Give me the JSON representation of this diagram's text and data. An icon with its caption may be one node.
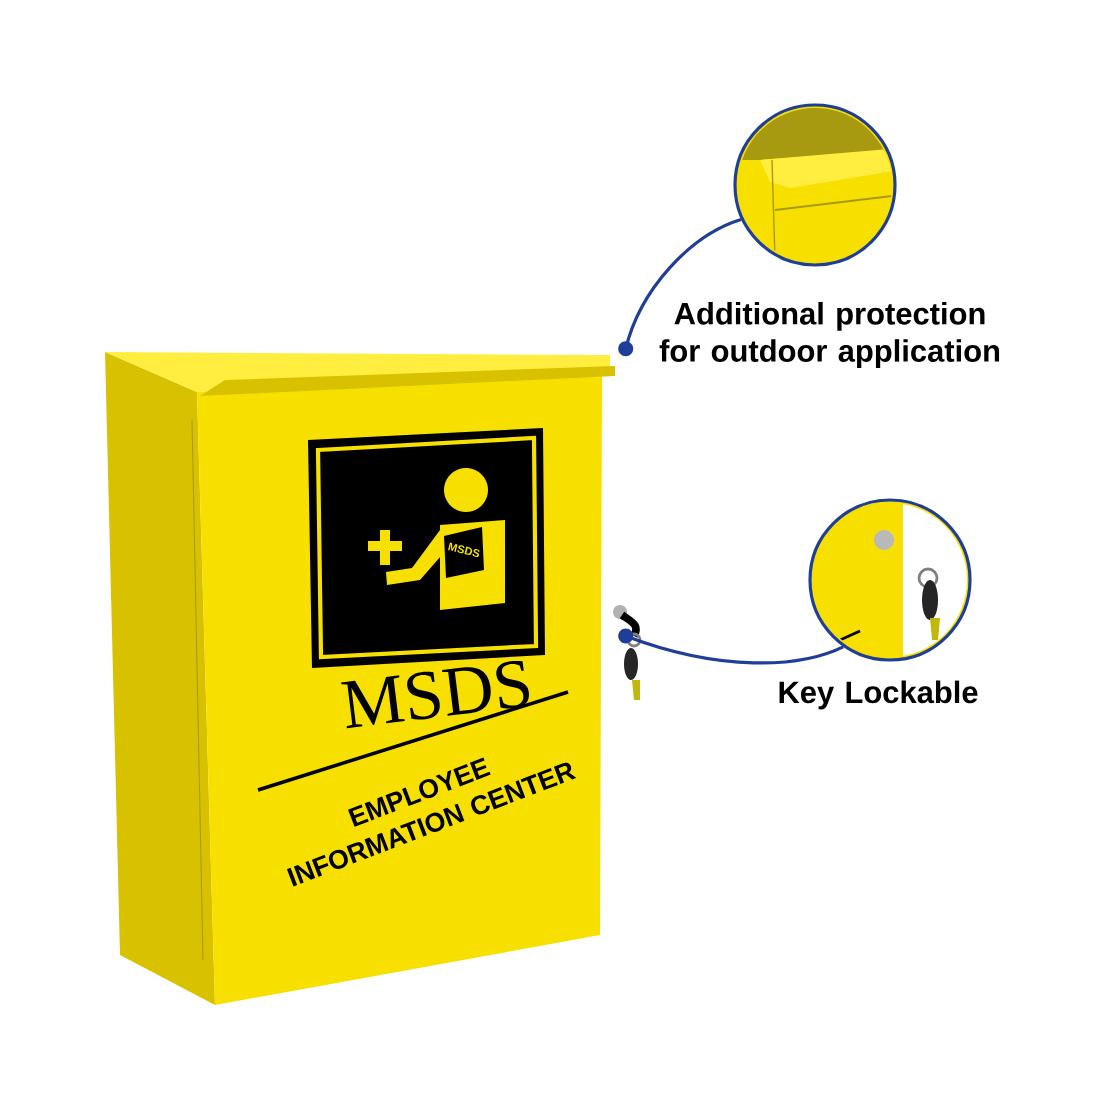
{
  "diagram": {
    "nodes": [
      {
        "text": [
          "MSDS",
          "EMPLOYEE INFORMATION CENTER"
        ]
      },
      {
        "text": [],
        "shape": "picture",
        "beside": [
          "Additional protection for outdoor application"
        ]
      },
      {
        "text": [],
        "shape": "picture",
        "beside": [
          "Key Lockable"
        ]
      }
    ],
    "edges": [
      {
        "from": 0,
        "to": 1,
        "arrow": "other"
      },
      {
        "from": 0,
        "to": 2,
        "arrow": "other"
      }
    ],
    "labels": [
      "MSDS"
    ]
  }
}
